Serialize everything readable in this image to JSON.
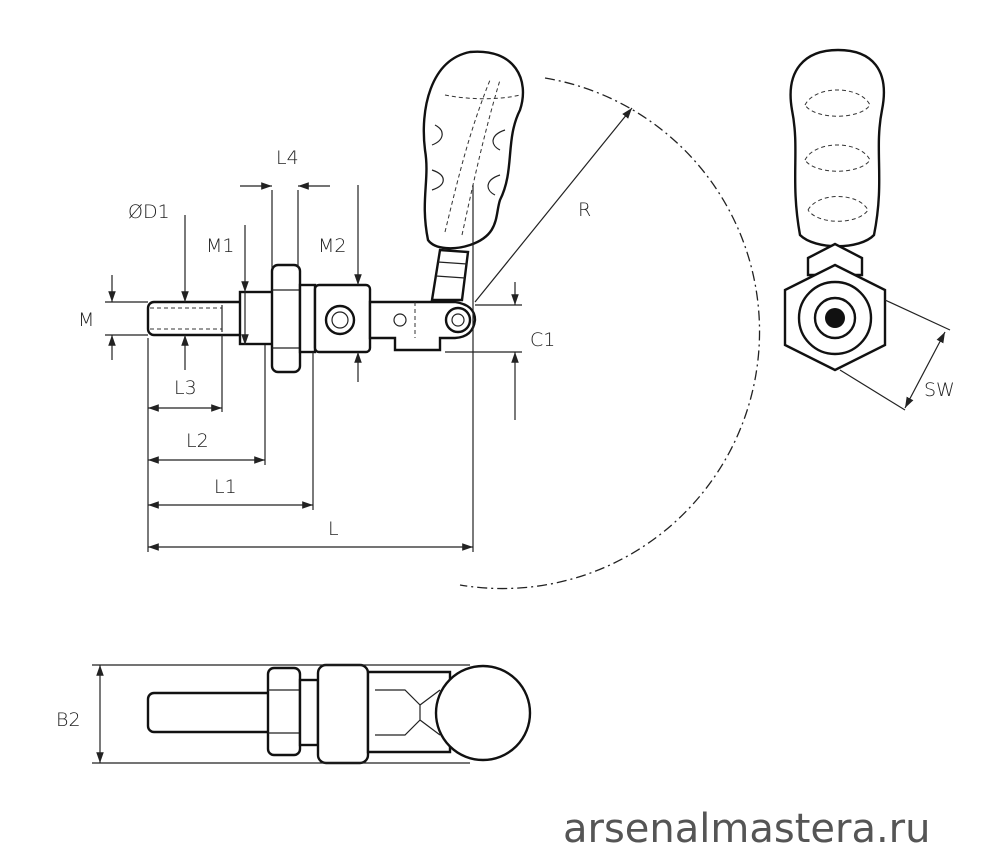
{
  "dimensions": {
    "d1": "ØD1",
    "m1": "M1",
    "m2": "M2",
    "l4": "L4",
    "m": "M",
    "l3": "L3",
    "l2": "L2",
    "l1": "L1",
    "l": "L",
    "r": "R",
    "c1": "C1",
    "sw": "SW",
    "b2": "B2"
  },
  "watermark": "arsenalmastera.ru"
}
